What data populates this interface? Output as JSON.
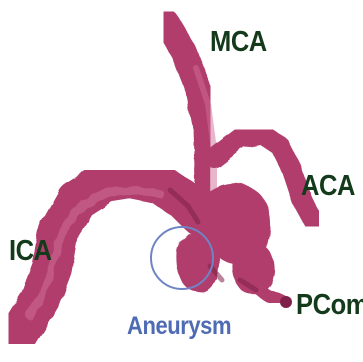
{
  "labels": {
    "mca": "MCA",
    "aca": "ACA",
    "ica": "ICA",
    "pcom": "PCom",
    "aneurysm": "Aneurysm"
  },
  "colors": {
    "vessel": "#b13d6d",
    "vessel_dark": "#7e2049",
    "vessel_light": "#cf6d96",
    "label_text": "#143a1c",
    "aneurysm_label": "#4f6bb3",
    "aneurysm_circle": "#6f84c4"
  }
}
